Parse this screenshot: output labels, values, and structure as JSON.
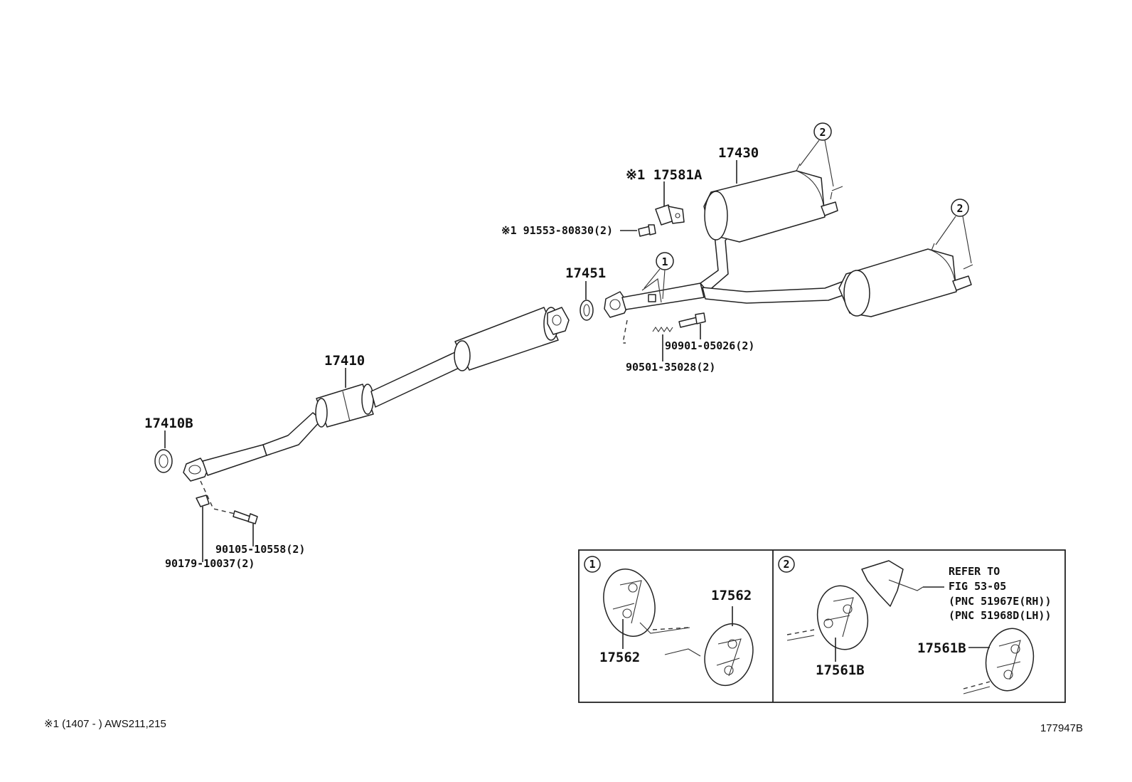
{
  "parts": {
    "p17581A": "※1 17581A",
    "p91553": "※1 91553-80830(2)",
    "p17430": "17430",
    "p17451": "17451",
    "p90901": "90901-05026(2)",
    "p90501": "90501-35028(2)",
    "p17410": "17410",
    "p17410B": "17410B",
    "p90105": "90105-10558(2)",
    "p90179": "90179-10037(2)",
    "callout1": "1",
    "callout2": "2"
  },
  "inset": {
    "box1_num": "1",
    "box2_num": "2",
    "p17562_a": "17562",
    "p17562_b": "17562",
    "p17561B_a": "17561B",
    "p17561B_b": "17561B",
    "refer_line1": "REFER TO",
    "refer_line2": "FIG 53-05",
    "refer_line3": "(PNC 51967E(RH))",
    "refer_line4": "(PNC 51968D(LH))"
  },
  "footer": {
    "note": "※1 (1407 -        ) AWS211,215",
    "code": "177947B"
  }
}
